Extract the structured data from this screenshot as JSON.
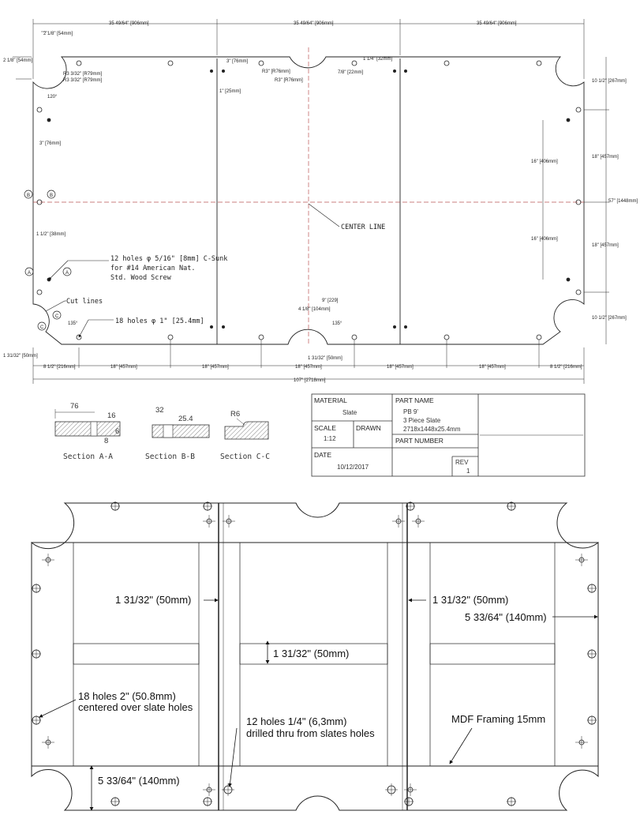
{
  "top_drawing": {
    "dims": {
      "seg1": "35 49/64\" [906mm]",
      "seg2": "35 49/64\" [906mm]",
      "seg3": "35 49/64\" [906mm]",
      "d_2_1_8_top": "2 1/8\" [54mm]",
      "d_2_1_8_side": "2 1/8\" [54mm]",
      "r3a": "R3 3/32\" [R79mm]",
      "r3b": "R3 3/32\" [R79mm]",
      "d_3in": "3\" [76mm]",
      "d_1in_a": "1\" [25mm]",
      "r3c": "R3\" [R76mm]",
      "r3d": "R3\" [R76mm]",
      "d_7_8": "7/8\" [22mm]",
      "d_1_1_4_top": "1 1/4\" [32mm]",
      "ang_120": "120°",
      "d_3in_v": "3\" [76mm]",
      "d_1_1_2": "1 1/2\" [38mm]",
      "r_10_1_2_a": "10 1/2\" [267mm]",
      "r_18_a": "18\" [457mm]",
      "r_57": "57\" [1448mm]",
      "r_18_b": "18\" [457mm]",
      "r_10_1_2_b": "10 1/2\" [267mm]",
      "i_16_a": "16\" [406mm]",
      "i_16_b": "16\" [406mm]",
      "d_4_1_8": "4 1/8\" [104mm]",
      "d_9": "9\" [229]",
      "ang_135_a": "135°",
      "ang_135_b": "135°",
      "d_1_31_32_a": "1 31/32\" [50mm]",
      "d_1_31_32_b": "1 31/32\" [50mm]",
      "b1": "8 1/2\" [216mm]",
      "b2": "18\" [457mm]",
      "b3": "18\" [457mm]",
      "b4": "18\" [457mm]",
      "b5": "18\" [457mm]",
      "b6": "18\" [457mm]",
      "b7": "8 1/2\" [216mm]",
      "total": "107\" [2718mm]"
    },
    "labels": {
      "center_line": "CENTER LINE",
      "holes_12_l1": "12 holes φ 5/16\" [8mm] C-Sunk",
      "holes_12_l2": "for #14 American Nat.",
      "holes_12_l3": "Std. Wood Screw",
      "cut_lines": "Cut lines",
      "holes_18": "18 holes φ 1\" [25.4mm]",
      "sec_A": "A",
      "sec_B": "B",
      "sec_C": "C"
    }
  },
  "sections": {
    "aa_title": "Section A-A",
    "aa_76": "76",
    "aa_16": "16",
    "aa_8": "8",
    "aa_6": "6",
    "bb_title": "Section B-B",
    "bb_32": "32",
    "bb_254": "25.4",
    "cc_title": "Section C-C",
    "cc_r6": "R6"
  },
  "title_block": {
    "material_label": "MATERIAL",
    "material_value": "Slate",
    "part_name_label": "PART NAME",
    "part_name_l1": "PB 9'",
    "part_name_l2": "3 Piece Slate",
    "part_name_l3": "2718x1448x25.4mm",
    "scale_label": "SCALE",
    "scale_value": "1:12",
    "drawn_label": "DRAWN",
    "part_number_label": "PART NUMBER",
    "date_label": "DATE",
    "date_value": "10/12/2017",
    "rev_label": "REV",
    "rev_value": "1"
  },
  "bottom_drawing": {
    "gap_left": "1 31/32\" (50mm)",
    "gap_right": "1 31/32\" (50mm)",
    "edge_right": "5 33/64\" (140mm)",
    "gap_mid": "1 31/32\" (50mm)",
    "holes_18_l1": "18 holes 2\" (50.8mm)",
    "holes_18_l2": "centered over slate holes",
    "holes_12_l1": "12 holes 1/4\" (6,3mm)",
    "holes_12_l2": "drilled thru from slates holes",
    "mdf": "MDF Framing 15mm",
    "edge_bottom": "5 33/64\" (140mm)"
  }
}
